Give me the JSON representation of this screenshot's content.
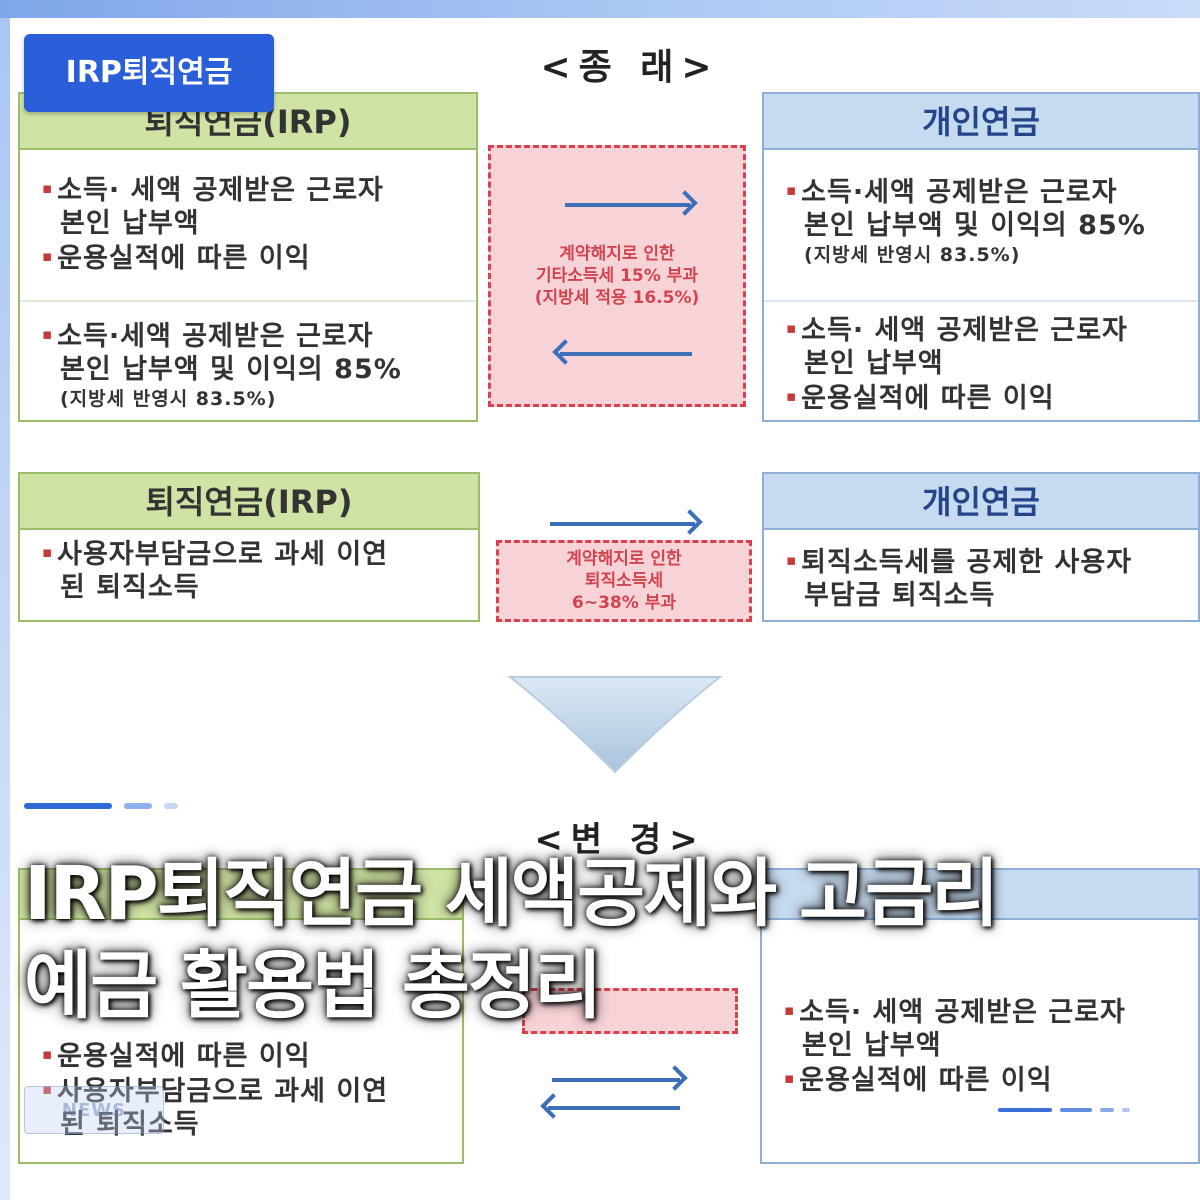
{
  "sections": {
    "before_heading": "<종 래>",
    "after_heading": "<변 경>"
  },
  "row1": {
    "left_box": {
      "header": "퇴직연금(IRP)",
      "cell1": {
        "lines": [
          "소득· 세액 공제받은 근로자",
          "본인 납부액",
          "운용실적에 따른 이익"
        ]
      },
      "cell2": {
        "lines": [
          "소득·세액 공제받은 근로자",
          "본인 납부액 및 이익의 85%"
        ],
        "note": "(지방세 반영시 83.5%)"
      }
    },
    "tax_box": {
      "lines": [
        "계약해지로 인한",
        "기타소득세 15% 부과",
        "(지방세 적용 16.5%)"
      ]
    },
    "right_box": {
      "header": "개인연금",
      "cell1": {
        "lines": [
          "소득·세액 공제받은 근로자",
          "본인 납부액 및 이익의 85%"
        ],
        "note": "(지방세 반영시 83.5%)"
      },
      "cell2": {
        "lines": [
          "소득· 세액 공제받은 근로자",
          "본인 납부액",
          "운용실적에 따른 이익"
        ]
      }
    }
  },
  "row2": {
    "left_box": {
      "header": "퇴직연금(IRP)",
      "lines": [
        "사용자부담금으로 과세 이연",
        "된 퇴직소득"
      ]
    },
    "tax_box": {
      "lines": [
        "계약해지로 인한",
        "퇴직소득세",
        "6~38% 부과"
      ]
    },
    "right_box": {
      "header": "개인연금",
      "lines": [
        "퇴직소득세를 공제한 사용자",
        "부담금 퇴직소득"
      ]
    }
  },
  "row3": {
    "left_box": {
      "lines": [
        "운용실적에 따른 이익",
        "사용자부담금으로 과세 이연",
        "된 퇴직소득"
      ]
    },
    "right_box": {
      "lines": [
        "소득· 세액 공제받은 근로자",
        "본인 납부액",
        "운용실적에 따른 이익"
      ]
    }
  },
  "overlay": {
    "category_tag": "IRP퇴직연금",
    "title_line1": "IRP퇴직연금 세액공제와 고금리",
    "title_line2": "예금 활용법 총정리",
    "logo_text": "NEWS"
  },
  "colors": {
    "green_header": "#cfe3a4",
    "blue_header": "#c7dbf0",
    "tax_red": "#d2454f",
    "arrow_blue": "#3d6fb8",
    "tag_blue": "#2a5fd9"
  },
  "icons": {
    "bullet": "red-square-bullet-icon",
    "flow_arrow": "arrow-icon",
    "transition": "down-chevron-arrow-icon"
  }
}
